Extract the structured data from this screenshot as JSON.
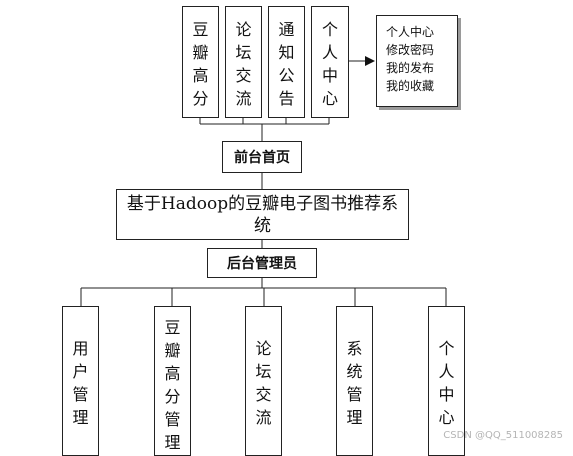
{
  "front_modules": [
    {
      "chars": [
        "豆",
        "瓣",
        "高",
        "分"
      ]
    },
    {
      "chars": [
        "论",
        "坛",
        "交",
        "流"
      ]
    },
    {
      "chars": [
        "通",
        "知",
        "公",
        "告"
      ]
    },
    {
      "chars": [
        "个",
        "人",
        "中",
        "心"
      ]
    }
  ],
  "personal_center_note": [
    "个人中心",
    "修改密码",
    "我的发布",
    "我的收藏"
  ],
  "front_home": "前台首页",
  "system_title": "基于Hadoop的豆瓣电子图书推荐系统",
  "admin": "后台管理员",
  "admin_modules": [
    {
      "chars": [
        "用",
        "户",
        "管",
        "理"
      ]
    },
    {
      "chars": [
        "豆",
        "瓣",
        "高",
        "分",
        "管",
        "理"
      ]
    },
    {
      "chars": [
        "论",
        "坛",
        "交",
        "流"
      ]
    },
    {
      "chars": [
        "系",
        "统",
        "管",
        "理"
      ]
    },
    {
      "chars": [
        "个",
        "人",
        "中",
        "心"
      ]
    }
  ],
  "watermark": "CSDN @QQ_511008285"
}
